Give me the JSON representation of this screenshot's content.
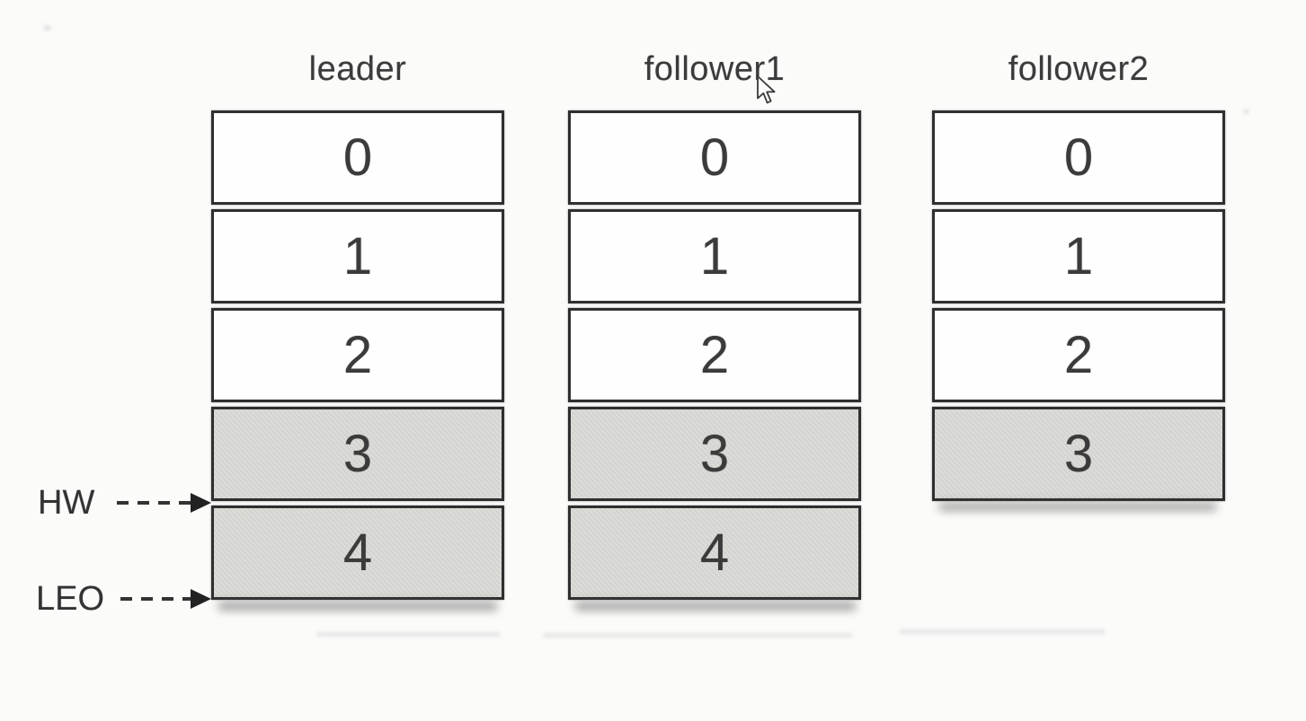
{
  "columns": [
    {
      "title": "leader",
      "cells": [
        {
          "value": "0",
          "shaded": false
        },
        {
          "value": "1",
          "shaded": false
        },
        {
          "value": "2",
          "shaded": false
        },
        {
          "value": "3",
          "shaded": true
        },
        {
          "value": "4",
          "shaded": true
        }
      ]
    },
    {
      "title": "follower1",
      "cells": [
        {
          "value": "0",
          "shaded": false
        },
        {
          "value": "1",
          "shaded": false
        },
        {
          "value": "2",
          "shaded": false
        },
        {
          "value": "3",
          "shaded": true
        },
        {
          "value": "4",
          "shaded": true
        }
      ]
    },
    {
      "title": "follower2",
      "cells": [
        {
          "value": "0",
          "shaded": false
        },
        {
          "value": "1",
          "shaded": false
        },
        {
          "value": "2",
          "shaded": false
        },
        {
          "value": "3",
          "shaded": true
        }
      ]
    }
  ],
  "markers": {
    "hw": {
      "label": "HW",
      "icon": "dashed-arrow-right"
    },
    "leo": {
      "label": "LEO",
      "icon": "dashed-arrow-right"
    }
  },
  "cursor": {
    "icon": "mouse-arrow-pointer"
  },
  "colors": {
    "background": "#fbfbfa",
    "box_fill": "#fefefe",
    "shaded_fill": "#d8d8d4",
    "border": "#2f2f2f",
    "text": "#3b3b3b",
    "marker_text": "#333333"
  }
}
